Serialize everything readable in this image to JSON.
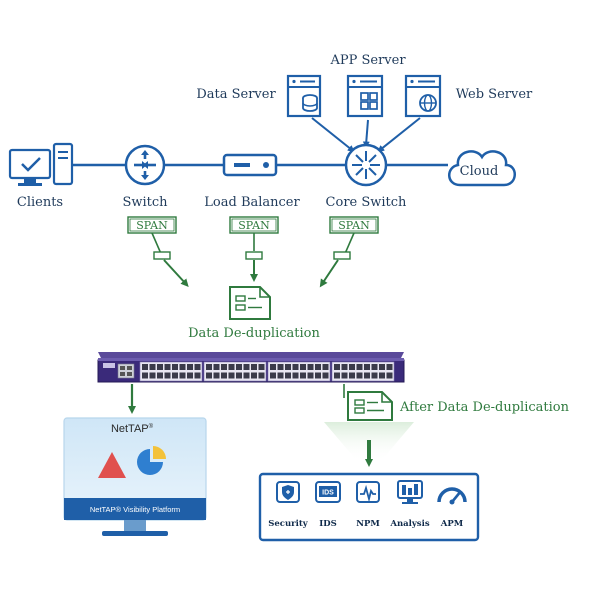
{
  "nodes": {
    "app_server": "APP Server",
    "data_server": "Data Server",
    "web_server": "Web Server",
    "clients": "Clients",
    "switch": "Switch",
    "load_balancer": "Load Balancer",
    "core_switch": "Core Switch",
    "cloud": "Cloud"
  },
  "span_label": "SPAN",
  "dedup_label": "Data De-duplication",
  "after_dedup_label": "After Data De-duplication",
  "platform": {
    "brand": "NetTAP",
    "reg": "®",
    "caption": "NetTAP® Visibility Platform"
  },
  "tools": [
    "Security",
    "IDS",
    "NPM",
    "Analysis",
    "APM"
  ],
  "ids_badge": "IDS",
  "colors": {
    "network_blue": "#1f5fa8",
    "label_navy": "#1f3a5a",
    "accent_green": "#2f7a3e",
    "device_purple": "#3a2a7a",
    "warning_red": "#e0504e",
    "chart_blue": "#2f7fd0",
    "chart_yellow": "#f3c23a"
  },
  "icons": {
    "clients": "desktop-monitor-icon",
    "switch": "router-icon",
    "load_balancer": "load-balancer-icon",
    "core_switch": "core-switch-icon",
    "cloud": "cloud-icon",
    "data_server": "database-server-icon",
    "app_server": "app-server-icon",
    "web_server": "web-server-icon",
    "dedup": "document-icon",
    "security": "shield-icon",
    "npm": "pulse-icon",
    "analysis": "analysis-icon",
    "apm": "gauge-icon"
  }
}
